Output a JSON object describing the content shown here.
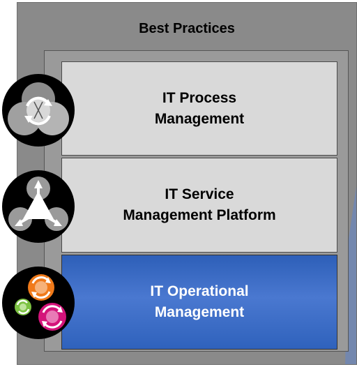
{
  "diagram": {
    "title": "Best Practices",
    "layers": [
      {
        "lines": "IT Process\nManagement",
        "fill": "#d9d9d9",
        "text_color": "#000000"
      },
      {
        "lines": "IT Service\nManagement Platform",
        "fill": "#d9d9d9",
        "text_color": "#000000"
      },
      {
        "lines": "IT Operational\nManagement",
        "fill": "#3d6cc6",
        "text_color": "#ffffff"
      }
    ],
    "icons": [
      {
        "name": "process-cycle-icon"
      },
      {
        "name": "service-platform-icon"
      },
      {
        "name": "operational-cycles-icon",
        "colors": [
          "#f07a1a",
          "#d4147a",
          "#7cc242"
        ]
      }
    ]
  }
}
